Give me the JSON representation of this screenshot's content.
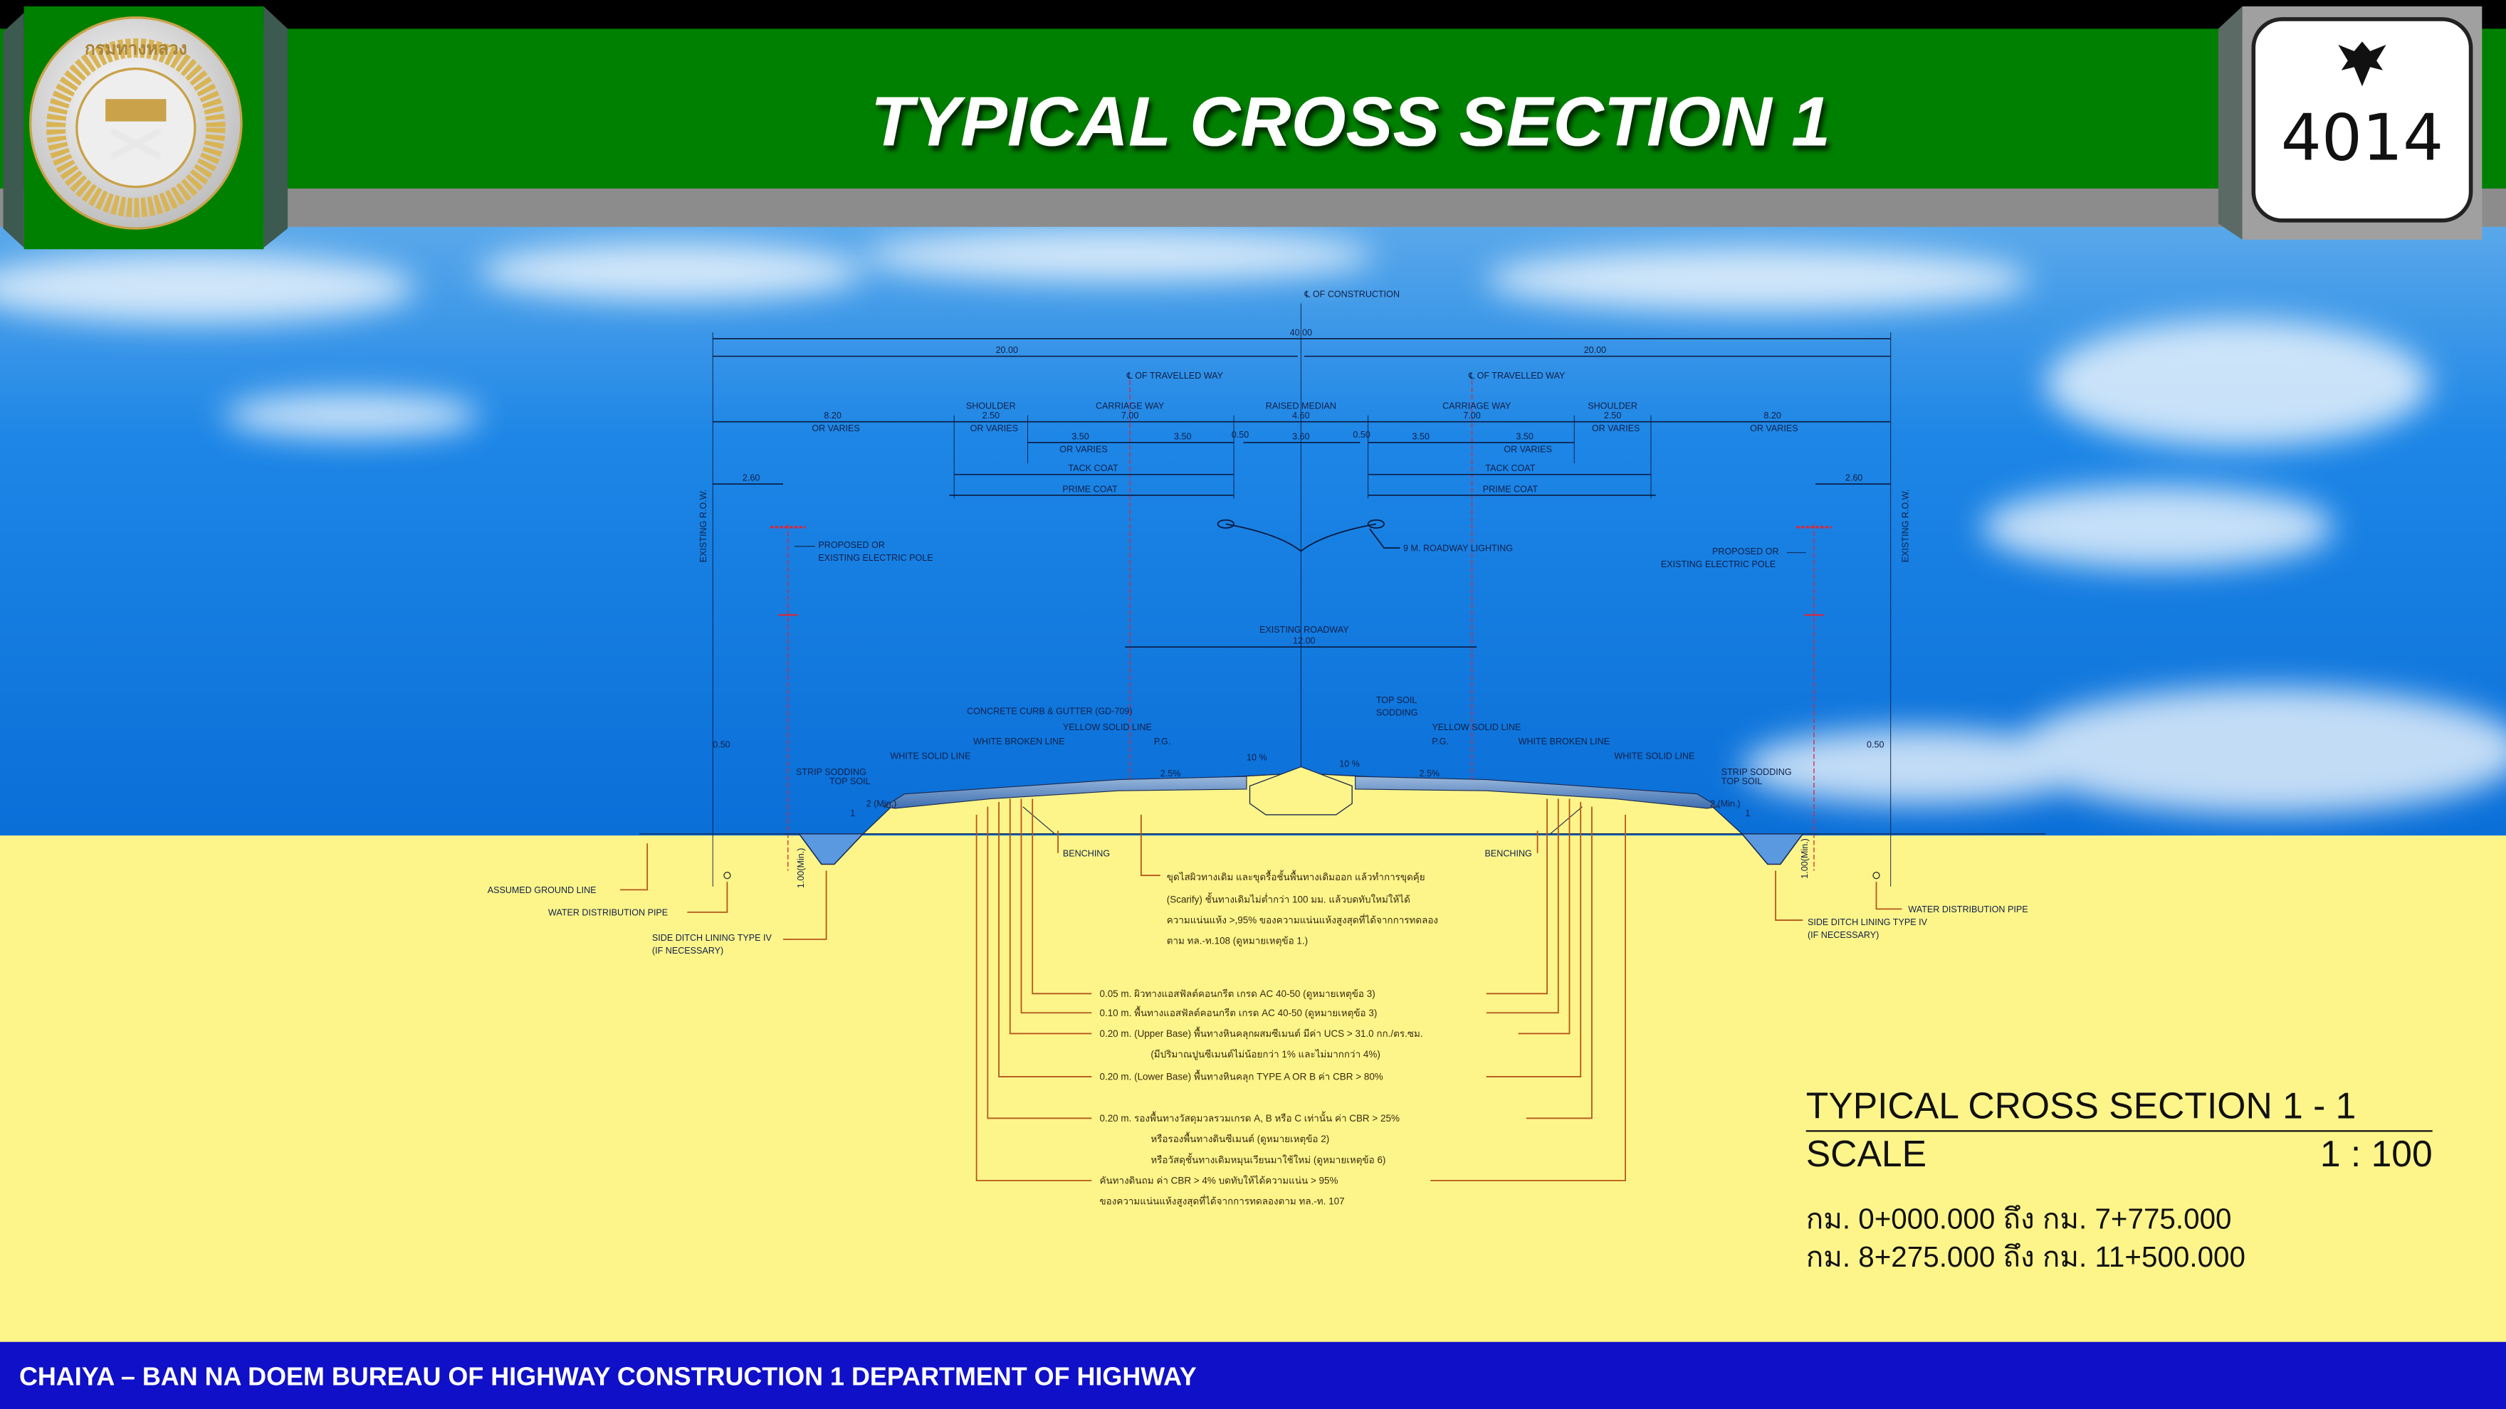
{
  "header": {
    "title": "TYPICAL CROSS SECTION 1",
    "route_number": "4014",
    "logo_text": "กรมทางหลวง"
  },
  "colors": {
    "header_green": "#008000",
    "band_gray": "#8a8a8a",
    "sky_blue": "#1a7fe0",
    "ground_yellow": "#fdf58a",
    "footer_blue": "#1010c8"
  },
  "drawing": {
    "cl_construction": "℄ OF CONSTRUCTION",
    "total_width": "40.00",
    "half_left": "20.00",
    "half_right": "20.00",
    "cl_travelled_left": "℄ OF TRAVELLED WAY",
    "cl_travelled_right": "℄ OF TRAVELLED WAY",
    "shoulder": "SHOULDER",
    "carriage_way": "CARRIAGE WAY",
    "raised_median": "RAISED MEDIAN",
    "w_verge": "8.20",
    "w_shoulder": "2.50",
    "w_carriage": "7.00",
    "w_median": "4.60",
    "w_lane": "3.50",
    "w_gap": "0.50",
    "w_median_inner": "3.60",
    "or_varies": "OR VARIES",
    "tack_coat": "TACK COAT",
    "prime_coat": "PRIME COAT",
    "w_row_offset": "2.60",
    "existing_row": "EXISTING R.O.W.",
    "electric_pole": [
      "PROPOSED OR",
      "EXISTING ELECTRIC POLE"
    ],
    "roadway_lighting": "9 M. ROADWAY LIGHTING",
    "existing_roadway": "EXISTING ROADWAY",
    "existing_roadway_w": "12.00",
    "curb": "CONCRETE CURB & GUTTER (GD-709)",
    "yellow_line": "YELLOW SOLID LINE",
    "pg": "P.G.",
    "white_broken": "WHITE BROKEN LINE",
    "white_solid": "WHITE SOLID LINE",
    "strip_sodding": "STRIP SODDING",
    "top_soil": "TOP SOIL",
    "sodding": "SODDING",
    "slope_median": "10 %",
    "slope_lane": "2.5%",
    "slope_side": "2 (Min.)",
    "slope_one": "1",
    "w_050": "0.50",
    "ditch_depth": "1.00(Min.)",
    "benching": "BENCHING",
    "assumed_ground": "ASSUMED GROUND LINE",
    "water_pipe": "WATER DISTRIBUTION PIPE",
    "side_ditch": [
      "SIDE DITCH LINING TYPE IV",
      "(IF NECESSARY)"
    ]
  },
  "notes": {
    "scarify": [
      "ขุดไสผิวทางเดิม และขุดรื้อชั้นพื้นทางเดิมออก แล้วทำการขุดคุ้ย",
      "(Scarify)  ชั้นทางเดิมไม่ต่ำกว่า 100 มม. แล้วบดทับใหม่ให้ได้",
      "ความแน่นแห้ง >,95%   ของความแน่นแห้งสูงสุดที่ได้จากการทดลอง",
      "ตาม ทล.-ท.108 (ดูหมายเหตุข้อ 1.)"
    ],
    "layers": [
      "0.05 m.  ผิวทางแอสฟัลต์คอนกรีต เกรด AC 40-50 (ดูหมายเหตุข้อ 3)",
      "0.10 m.  พื้นทางแอสฟัลต์คอนกรีต เกรด AC 40-50 (ดูหมายเหตุข้อ 3)",
      "0.20 m. (Upper Base)  พื้นทางหินคลุกผสมซีเมนต์ มีค่า UCS > 31.0 กก./ตร.ซม.",
      "(มีปริมาณปูนซีเมนต์ไม่น้อยกว่า 1% และไม่มากกว่า 4%)",
      "0.20 m. (Lower Base)   พื้นทางหินคลุก TYPE A OR B ค่า CBR > 80%",
      "0.20 m.  รองพื้นทางวัสดุมวลรวมเกรด A, B หรือ C เท่านั้น ค่า  CBR > 25%",
      "หรือรองพื้นทางดินซีเมนต์ (ดูหมายเหตุข้อ 2)",
      "หรือวัสดุชั้นทางเดิมหมุนเวียนมาใช้ใหม่ (ดูหมายเหตุข้อ 6)",
      "คันทางดินถม ค่า CBR > 4% บดทับให้ได้ความแน่น > 95%",
      "ของความแน่นแห้งสูงสุดที่ได้จากการทดลองตาม ทล.-ท. 107"
    ]
  },
  "scale_block": {
    "title": "TYPICAL CROSS SECTION 1 - 1",
    "scale_label": "SCALE",
    "scale_value": "1 : 100",
    "km_ranges": [
      "กม. 0+000.000 ถึง กม. 7+775.000",
      "กม. 8+275.000 ถึง กม. 11+500.000"
    ]
  },
  "footer": {
    "text": "CHAIYA – BAN NA DOEM  BUREAU OF HIGHWAY CONSTRUCTION 1 DEPARTMENT OF HIGHWAY"
  }
}
